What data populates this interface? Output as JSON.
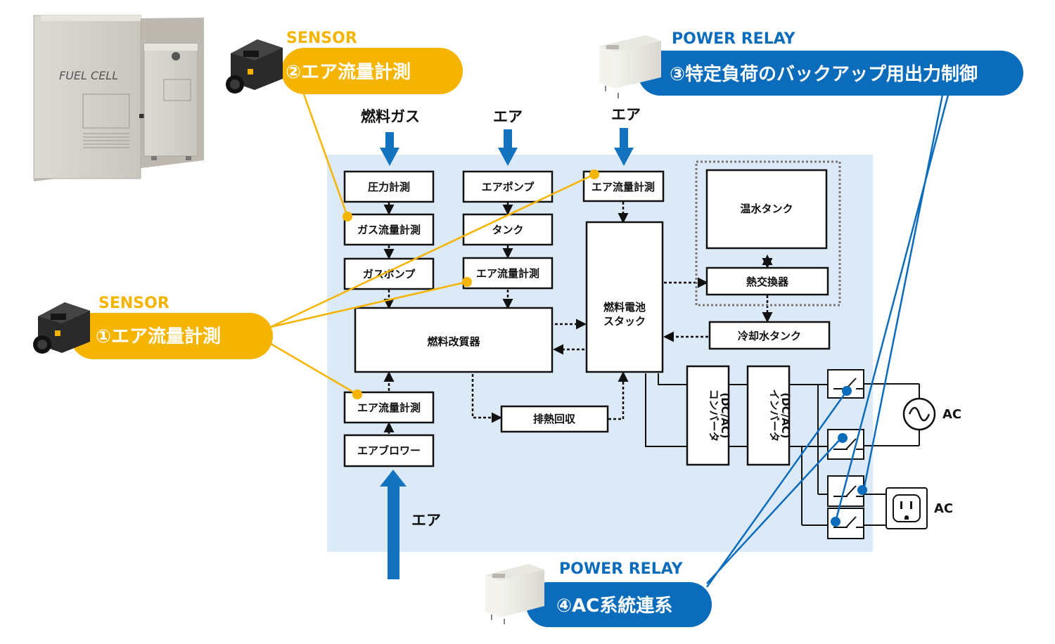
{
  "colors": {
    "background_panel": "#dce9f6",
    "sensor_accent": "#f5b400",
    "relay_accent": "#0c6cbc",
    "flow_arrow": "#1473bf",
    "line": "#111111"
  },
  "product_image": {
    "label": "FUEL CELL"
  },
  "flow_labels": {
    "fuel_gas": "燃料ガス",
    "air_top_pump": "エア",
    "air_top_stack": "エア",
    "air_bottom": "エア"
  },
  "boxes": {
    "pressure": "圧力計測",
    "gas_flow": "ガス流量計測",
    "gas_pump": "ガスポンプ",
    "air_pump": "エアポンプ",
    "tank": "タンク",
    "air_flow_mid": "エア流量計測",
    "stack_air_flow": "エア流量計測",
    "reformer": "燃料改質器",
    "fuel_cell_stack_line1": "燃料電池",
    "fuel_cell_stack_line2": "スタック",
    "hot_water_tank": "温水タンク",
    "heat_exchanger": "熱交換器",
    "coolant_tank": "冷却水タンク",
    "exhaust_heat": "排熱回収",
    "air_flow_bottom": "エア流量計測",
    "air_blower": "エアブロワー",
    "converter_line1": "コンバータ",
    "converter_line2": "(DC/AC)",
    "inverter_line1": "インバータ",
    "inverter_line2": "(DC/AC)"
  },
  "ac_labels": {
    "grid": "AC",
    "outlet": "AC"
  },
  "callouts": {
    "sensor1": {
      "tag": "SENSOR",
      "label": "①エア流量計測"
    },
    "sensor2": {
      "tag": "SENSOR",
      "label": "②エア流量計測"
    },
    "relay3": {
      "tag": "POWER RELAY",
      "label": "③特定負荷のバックアップ用出力制御"
    },
    "relay4": {
      "tag": "POWER RELAY",
      "label": "④AC系統連系"
    }
  }
}
